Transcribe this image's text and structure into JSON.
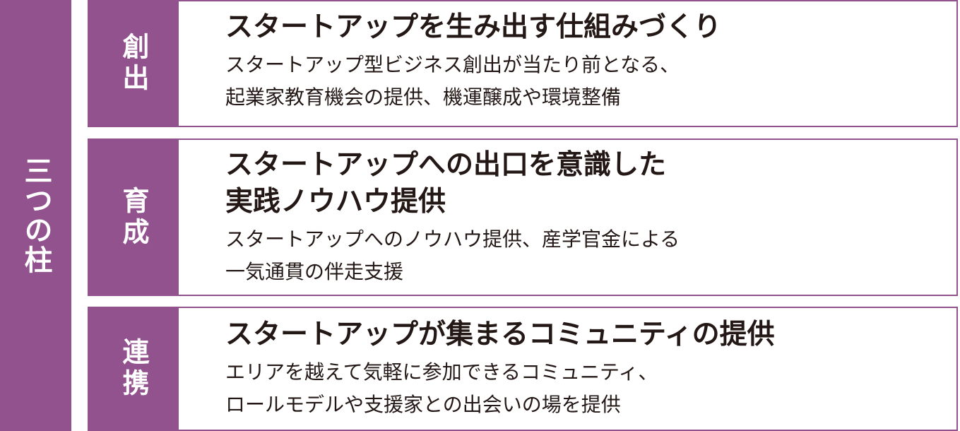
{
  "side_label": "三つの柱",
  "colors": {
    "accent": "#92528e",
    "text": "#231815",
    "background": "#ffffff"
  },
  "pillars": [
    {
      "tag": "創出",
      "title_lines": [
        "スタートアップを生み出す仕組みづくり"
      ],
      "desc_lines": [
        "スタートアップ型ビジネス創出が当たり前となる、",
        "起業家教育機会の提供、機運醸成や環境整備"
      ]
    },
    {
      "tag": "育成",
      "title_lines": [
        "スタートアップへの出口を意識した",
        "実践ノウハウ提供"
      ],
      "desc_lines": [
        "スタートアップへのノウハウ提供、産学官金による",
        "一気通貫の伴走支援"
      ]
    },
    {
      "tag": "連携",
      "title_lines": [
        "スタートアップが集まるコミュニティの提供"
      ],
      "desc_lines": [
        "エリアを越えて気軽に参加できるコミュニティ、",
        "ロールモデルや支援家との出会いの場を提供"
      ]
    }
  ]
}
